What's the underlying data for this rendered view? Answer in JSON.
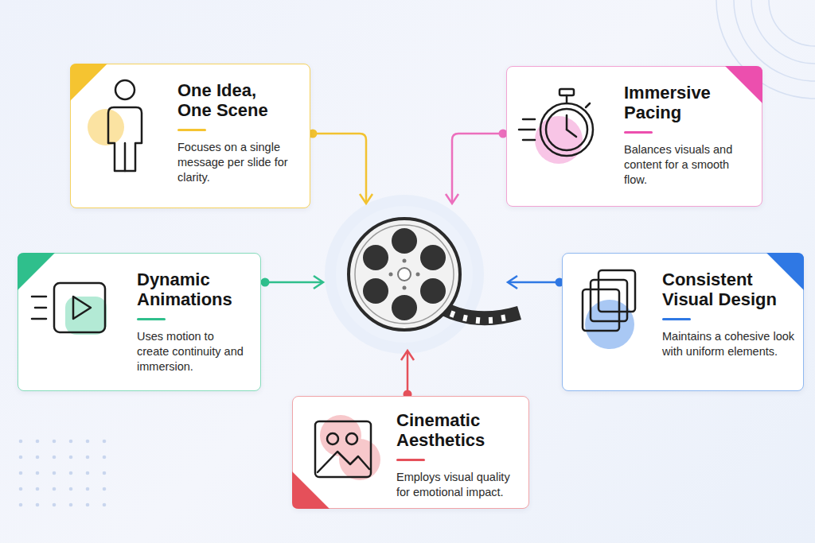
{
  "diagram": {
    "nodes": [
      {
        "text": [
          "One Idea, One Scene",
          "Focuses on a single message per slide for clarity."
        ]
      },
      {
        "text": [
          "Immersive Pacing",
          "Balances visuals and content for a smooth flow."
        ]
      },
      {
        "text": [
          "Dynamic Animations",
          "Uses motion to create continuity and immersion."
        ]
      },
      {
        "text": [
          "Consistent Visual Design",
          "Maintains a cohesive look with uniform elements."
        ]
      },
      {
        "text": [
          "Cinematic Aesthetics",
          "Employs visual quality for emotional impact."
        ]
      }
    ]
  }
}
